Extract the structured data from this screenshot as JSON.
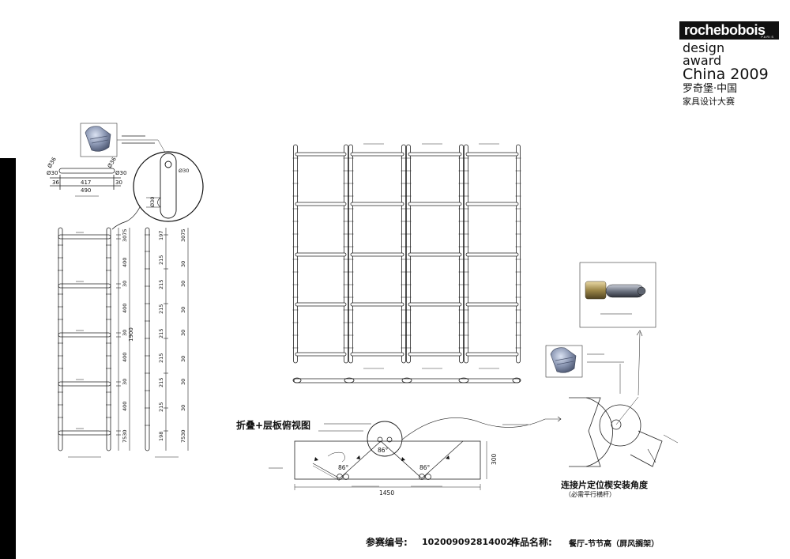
{
  "brand": {
    "logo_text": "rochebobois",
    "logo_sub": "PARIS",
    "award_line1": "design",
    "award_line2": "award",
    "award_line3": "China 2009",
    "award_line4": "罗奇堡·中国",
    "award_line5": "家具设计大赛"
  },
  "drawing": {
    "top_view_dims": {
      "diameter_a": "Ø30",
      "diameter_b": "Ø30",
      "diameter_c": "Ø36",
      "diameter_d": "Ø36",
      "left_end": "36",
      "middle": "417",
      "right_end": "30",
      "total": "490"
    },
    "detail_diameter_top": "Ø30",
    "detail_diameter_side": "Ø30",
    "elevation_a_dims": [
      "3075",
      "400",
      "30",
      "400",
      "30",
      "400",
      "30",
      "400",
      "7530"
    ],
    "elevation_a_total": "1900",
    "elevation_b_dims_outer": [
      "197",
      "215",
      "215",
      "215",
      "215",
      "215",
      "215",
      "215",
      "198"
    ],
    "elevation_b_dims_inner": [
      "3075",
      "30",
      "30",
      "30",
      "30",
      "30",
      "30",
      "30",
      "7530"
    ],
    "plan_width": "1450",
    "plan_depth": "300",
    "angle_top": "86°",
    "angle_left": "86°",
    "angle_right": "86°"
  },
  "captions": {
    "fold_view": "折叠+层板俯视图",
    "connector_title": "连接片定位楔安装角度",
    "connector_note": "（必需平行横杆）"
  },
  "footer": {
    "entry_label": "参赛编号:",
    "entry_number": "1020090928140024",
    "work_label": "作品名称:",
    "work_name": "餐厅-节节高（屏风搁架）"
  }
}
